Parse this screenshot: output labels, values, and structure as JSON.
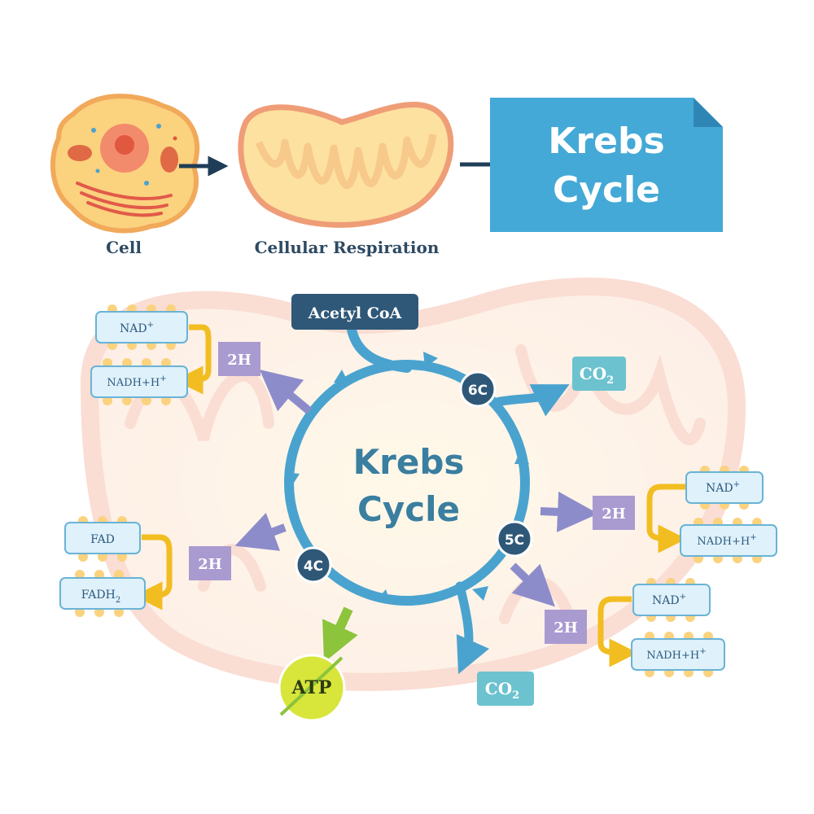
{
  "top": {
    "cell_label": "Cell",
    "respiration_label": "Cellular Respiration",
    "title_line1": "Krebs",
    "title_line2": "Cycle"
  },
  "cycle": {
    "center_line1": "Krebs",
    "center_line2": "Cycle",
    "acetyl": "Acetyl CoA",
    "nodes": {
      "six": "6C",
      "five": "5C",
      "four": "4C"
    },
    "atp": "ATP"
  },
  "outputs": {
    "h_top_left": "2H",
    "h_left": "2H",
    "h_right_upper": "2H",
    "h_right_lower": "2H",
    "co2_top": "CO",
    "co2_bottom": "CO",
    "co2_subscript": "2"
  },
  "carriers": {
    "top_left": {
      "in": "NAD",
      "in_sup": "+",
      "out": "NADH+H",
      "out_sup": "+"
    },
    "left": {
      "in": "FAD",
      "out": "FADH",
      "out_sub": "2"
    },
    "right_upper": {
      "in": "NAD",
      "in_sup": "+",
      "out": "NADH+H",
      "out_sup": "+"
    },
    "right_lower": {
      "in": "NAD",
      "in_sup": "+",
      "out": "NADH+H",
      "out_sup": "+"
    }
  },
  "colors": {
    "cycle": "#4aa3cf",
    "node": "#2f5878",
    "h_box": "#a99ad0",
    "co2_box": "#6cc2cf",
    "carrier_fill": "#dff1fa",
    "carrier_stroke": "#6ab3d6",
    "yellow_arrow": "#f2bd21",
    "purple_arrow": "#8d8ccb",
    "title_box": "#44a9d6",
    "atp": "#d8e53a"
  }
}
